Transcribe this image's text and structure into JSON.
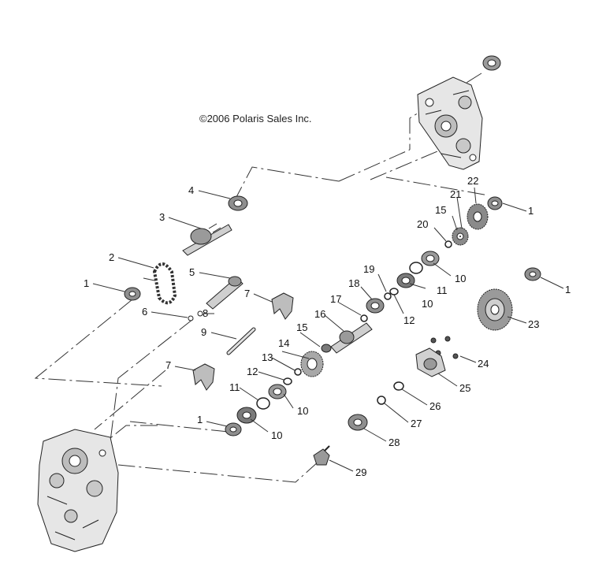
{
  "copyright": "©2006 Polaris Sales Inc.",
  "callouts": [
    {
      "id": "c1a",
      "text": "1"
    },
    {
      "id": "c1b",
      "text": "1"
    },
    {
      "id": "c1c",
      "text": "1"
    },
    {
      "id": "c1d",
      "text": "1"
    },
    {
      "id": "c2",
      "text": "2"
    },
    {
      "id": "c3",
      "text": "3"
    },
    {
      "id": "c4",
      "text": "4"
    },
    {
      "id": "c5",
      "text": "5"
    },
    {
      "id": "c6",
      "text": "6"
    },
    {
      "id": "c7a",
      "text": "7"
    },
    {
      "id": "c7b",
      "text": "7"
    },
    {
      "id": "c8",
      "text": "8"
    },
    {
      "id": "c9",
      "text": "9"
    },
    {
      "id": "c10a",
      "text": "10"
    },
    {
      "id": "c10b",
      "text": "10"
    },
    {
      "id": "c10c",
      "text": "10"
    },
    {
      "id": "c10d",
      "text": "10"
    },
    {
      "id": "c11a",
      "text": "11"
    },
    {
      "id": "c11b",
      "text": "11"
    },
    {
      "id": "c12a",
      "text": "12"
    },
    {
      "id": "c12b",
      "text": "12"
    },
    {
      "id": "c13",
      "text": "13"
    },
    {
      "id": "c14",
      "text": "14"
    },
    {
      "id": "c15a",
      "text": "15"
    },
    {
      "id": "c15b",
      "text": "15"
    },
    {
      "id": "c16",
      "text": "16"
    },
    {
      "id": "c17",
      "text": "17"
    },
    {
      "id": "c18",
      "text": "18"
    },
    {
      "id": "c19",
      "text": "19"
    },
    {
      "id": "c20",
      "text": "20"
    },
    {
      "id": "c21",
      "text": "21"
    },
    {
      "id": "c22",
      "text": "22"
    },
    {
      "id": "c23",
      "text": "23"
    },
    {
      "id": "c24",
      "text": "24"
    },
    {
      "id": "c25",
      "text": "25"
    },
    {
      "id": "c26",
      "text": "26"
    },
    {
      "id": "c27",
      "text": "27"
    },
    {
      "id": "c28",
      "text": "28"
    },
    {
      "id": "c29",
      "text": "29"
    }
  ]
}
